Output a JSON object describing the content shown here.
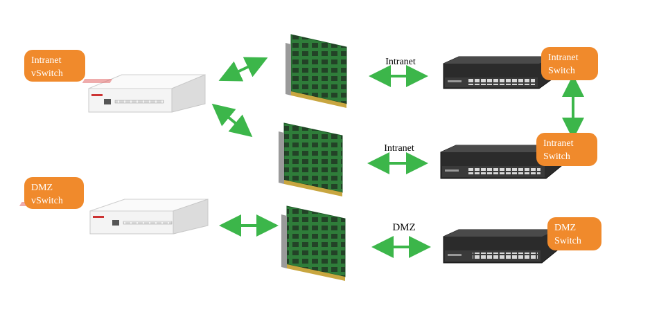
{
  "labels": {
    "intranet_vswitch": [
      "Intranet",
      "vSwitch"
    ],
    "dmz_vswitch": [
      "DMZ",
      "vSwitch"
    ],
    "intranet_switch_1": [
      "Intranet",
      "Switch"
    ],
    "intranet_switch_2": [
      "Intranet",
      "Switch"
    ],
    "dmz_switch": [
      "DMZ",
      "Switch"
    ]
  },
  "links": {
    "intranet_1": "Intranet",
    "intranet_2": "Intranet",
    "dmz": "DMZ"
  },
  "colors": {
    "label_fill": "#f08a2c",
    "arrow": "#3cb64a",
    "firewall_body": "#eeeeee",
    "nic_board": "#2f7d3a",
    "switch_body": "#2b2b2b"
  },
  "icons": [
    "firewall-appliance-icon",
    "network-card-icon",
    "network-switch-icon"
  ]
}
